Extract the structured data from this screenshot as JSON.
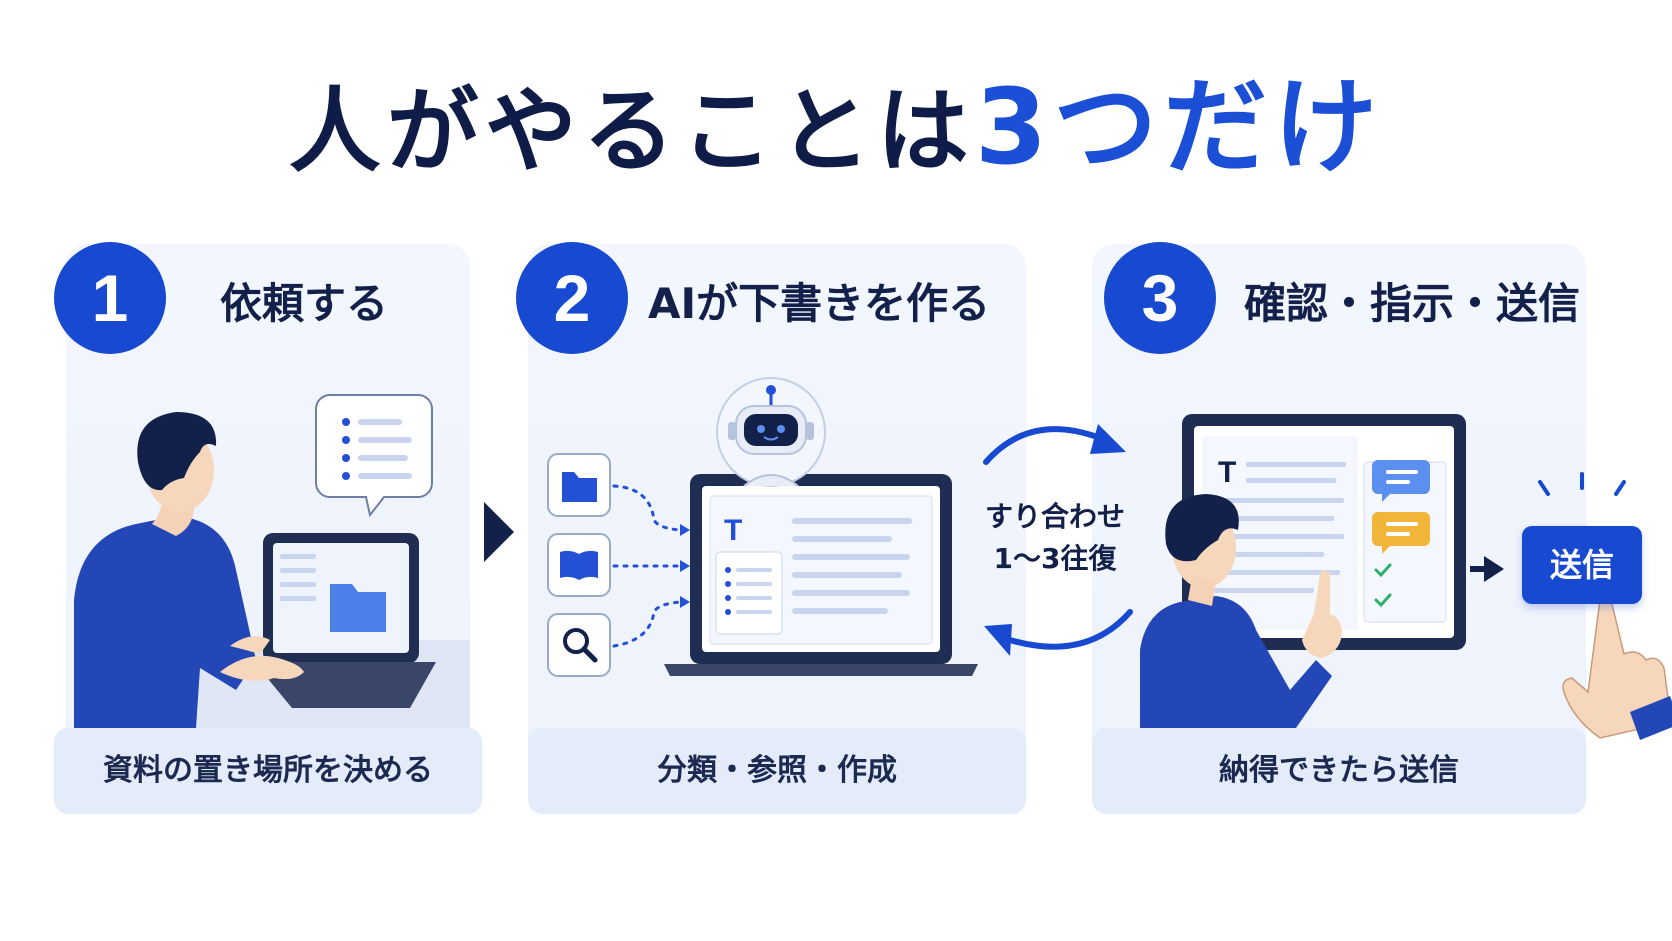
{
  "title": {
    "prefix": "人がやることは",
    "number": "3",
    "suffix": "つだけ"
  },
  "steps": [
    {
      "number": "1",
      "title": "依頼する",
      "caption": "資料の置き場所を決める"
    },
    {
      "number": "2",
      "title": "AIが下書きを作る",
      "caption": "分類・参照・作成"
    },
    {
      "number": "3",
      "title": "確認・指示・送信",
      "caption": "納得できたら送信"
    }
  ],
  "loop": {
    "line1": "すり合わせ",
    "line2": "1〜3往復"
  },
  "send_button": "送信",
  "icons": {
    "step1": [
      "person-icon",
      "laptop-icon",
      "folder-icon",
      "list-bubble-icon"
    ],
    "step2": [
      "robot-icon",
      "folder-icon",
      "book-icon",
      "search-icon",
      "document-icon"
    ],
    "step3": [
      "monitor-icon",
      "comment-icon",
      "check-icon",
      "pointing-hand-icon"
    ]
  },
  "colors": {
    "accent": "#1749d1",
    "navy": "#0f1c48",
    "panel": "#eef3fc",
    "caption": "#e4ecfa",
    "comment_blue": "#5b8ff0",
    "comment_yellow": "#f2b53a",
    "check": "#2eae6a"
  }
}
